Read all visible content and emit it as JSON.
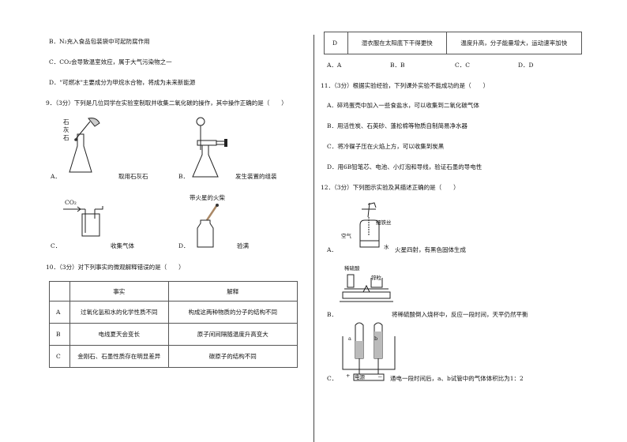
{
  "left": {
    "q8_lines": [
      "B．N₂充入食品包装袋中可起防腐作用",
      "C．CO₂会导致温室效应，属于大气污染物之一",
      "D．\"可燃冰\"主要成分为甲烷水合物，将成为未来新能源"
    ],
    "q9": {
      "stem": "9．（3分）下列是几位同学在实验室制取并收集二氧化碳的操作，其中操作正确的是（　　）",
      "shi_label": [
        "石",
        "灰",
        "石"
      ],
      "opt_a_letter": "A．",
      "opt_a_text": "取用石灰石",
      "opt_b_letter": "B．",
      "opt_b_text": "发生装置的组装",
      "opt_c_letter": "C．",
      "opt_c_text": "收集气体",
      "opt_c_gas": "CO₂",
      "opt_d_letter": "D．",
      "opt_d_text": "验满",
      "opt_d_label": "带火星的火柴"
    },
    "q10": {
      "stem": "10．（3分）对下列事实的微观解释错误的是（　　）",
      "headers": [
        "",
        "事实",
        "解释"
      ],
      "rows": [
        [
          "A",
          "过氧化氢和水的化学性质不同",
          "构成这两种物质的分子的结构不同"
        ],
        [
          "B",
          "电线夏天会变长",
          "原子间间隔随温度升高变大"
        ],
        [
          "C",
          "金刚石、石墨性质存在明显差异",
          "碳原子的结构不同"
        ]
      ]
    }
  },
  "right": {
    "q10_table_cont": {
      "row_d": [
        "D",
        "湿衣服在太阳底下干得更快",
        "温度升高，分子能量增大，运动速率加快"
      ]
    },
    "q10_options": [
      "A．A",
      "B．B",
      "C．C",
      "D．D"
    ],
    "q11": {
      "stem": "11．（3分）根据实验经验，下列课外实验不能成功的是（　　）",
      "options": [
        "A．碎鸡蛋壳中加入一些食盐水，可以收集到二氧化碳气体",
        "B．用活性炭、石英砂、蓬松棉等物质自制简易净水器",
        "C．将冷碟子压在火焰上方，可以收集到炭黑",
        "D．用6B铅笔芯、电池、小灯泡和导线，验证石墨的导电性"
      ]
    },
    "q12": {
      "stem": "12．（3分）下列图示实验及其描述正确的是（　　）",
      "opt_a_letter": "A．",
      "opt_a_text": "火星四射，有黑色固体生成",
      "opt_a_labels": [
        "细铁丝",
        "空气",
        "水"
      ],
      "opt_b_letter": "B．",
      "opt_b_text": "将稀硫酸倒入烧杯中，反应一段时间，天平仍然平衡",
      "opt_b_labels": [
        "稀硫酸",
        "锌粒"
      ],
      "opt_c_letter": "C．",
      "opt_c_text": "通电一段时间后，a、b试管中的气体体积比为1：2",
      "opt_c_labels": [
        "a",
        "b",
        "电源",
        "+",
        "－"
      ]
    }
  }
}
